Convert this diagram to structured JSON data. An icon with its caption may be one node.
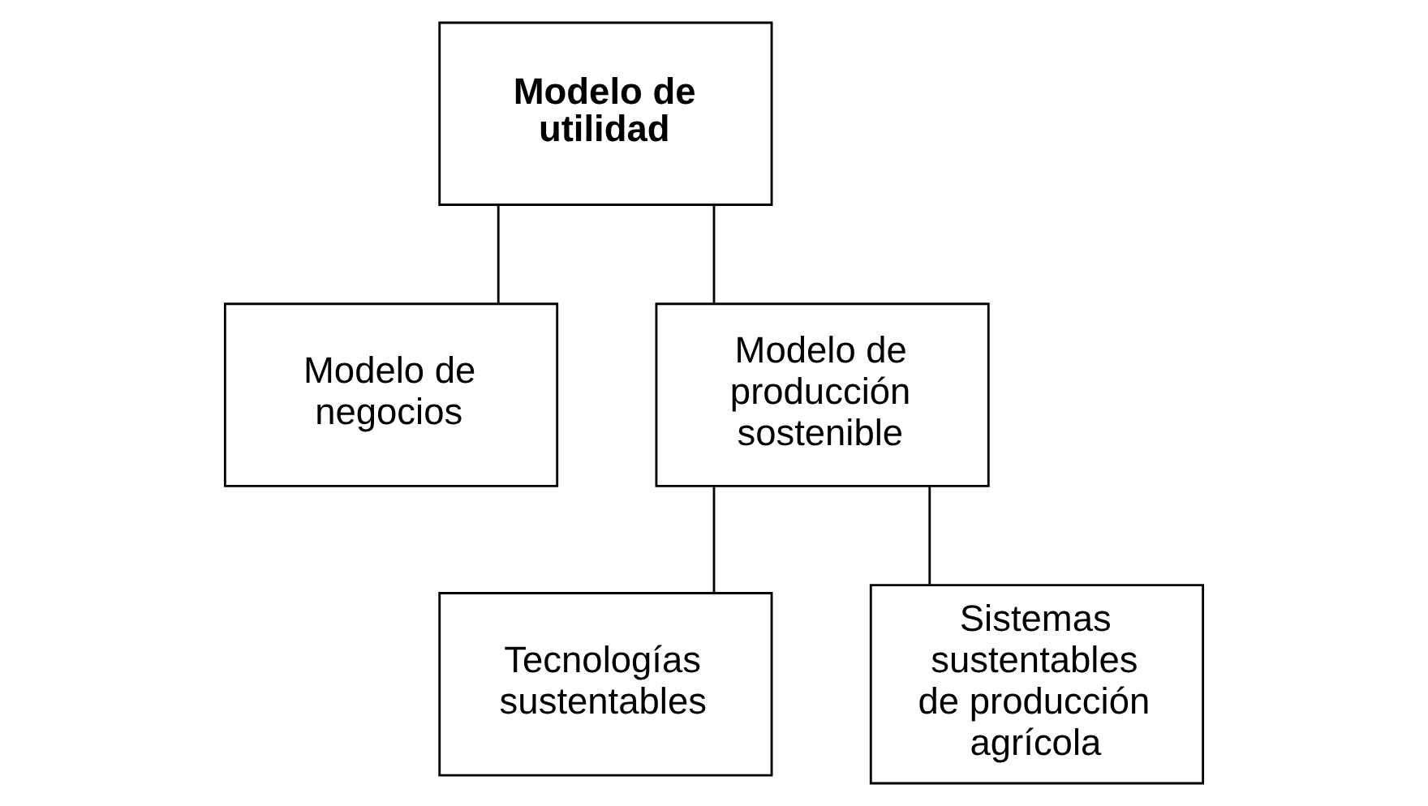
{
  "diagram": {
    "nodes": [
      {
        "text": [
          "Modelo de utilidad"
        ]
      },
      {
        "text": [
          "Modelo de negocios"
        ]
      },
      {
        "text": [
          "Modelo de producción sostenible"
        ]
      },
      {
        "text": [
          "Tecnologías sustentables"
        ]
      },
      {
        "text": [
          "Sistemas sustentables de producción agrícola"
        ]
      }
    ],
    "edges": [
      {
        "from": 0,
        "to": 1,
        "arrow": "none"
      },
      {
        "from": 0,
        "to": 2,
        "arrow": "none"
      },
      {
        "from": 2,
        "to": 3,
        "arrow": "none"
      },
      {
        "from": 2,
        "to": 4,
        "arrow": "none"
      }
    ]
  }
}
